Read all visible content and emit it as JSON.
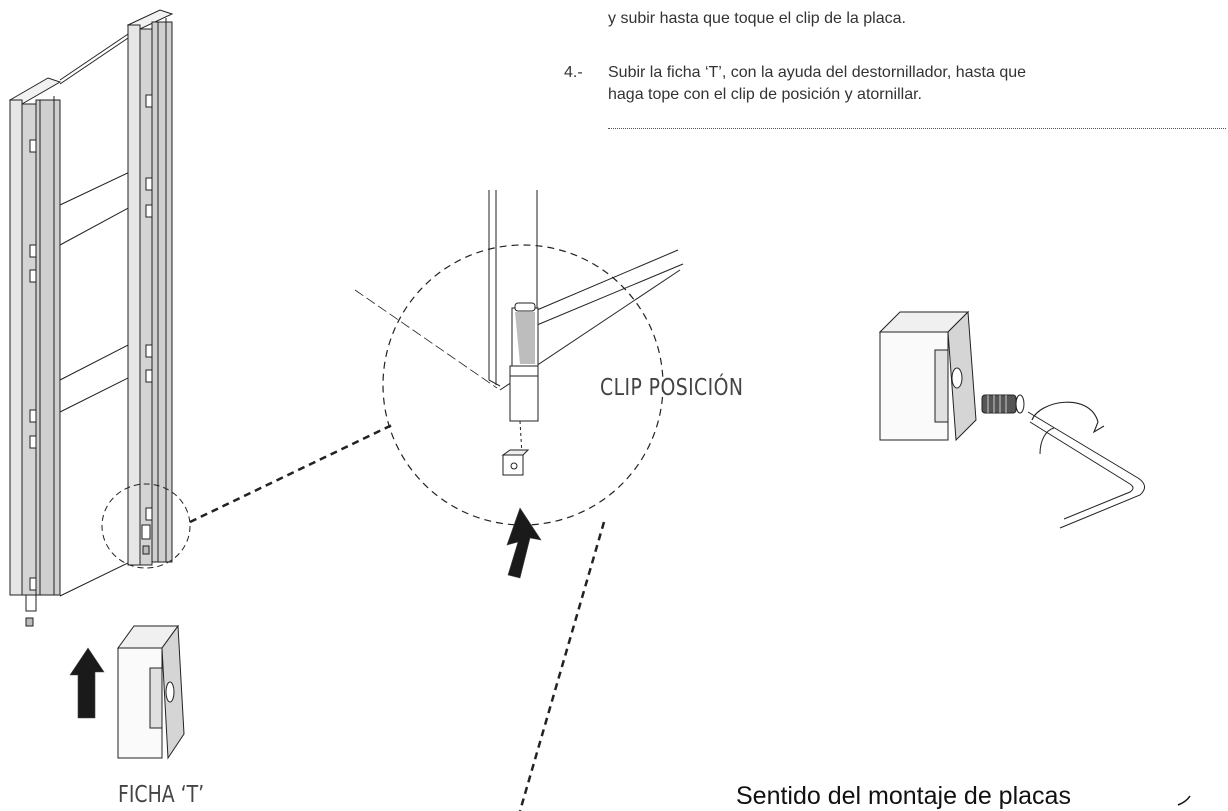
{
  "instructions": {
    "step3_tail": "y subir hasta que toque el clip de la placa.",
    "step4_number": "4.-",
    "step4_line1": "Subir la ficha ‘T’, con la ayuda del destornillador, hasta que",
    "step4_line2": "haga tope con el clip de posición y atornillar."
  },
  "labels": {
    "clip": "CLIP POSICIÓN",
    "ficha": "FICHA ‘T’",
    "sentido": "Sentido del montaje de placas"
  },
  "colors": {
    "line": "#222222",
    "panel_fill": "#d9d9d9",
    "arrow_fill": "#1a1a1a"
  }
}
